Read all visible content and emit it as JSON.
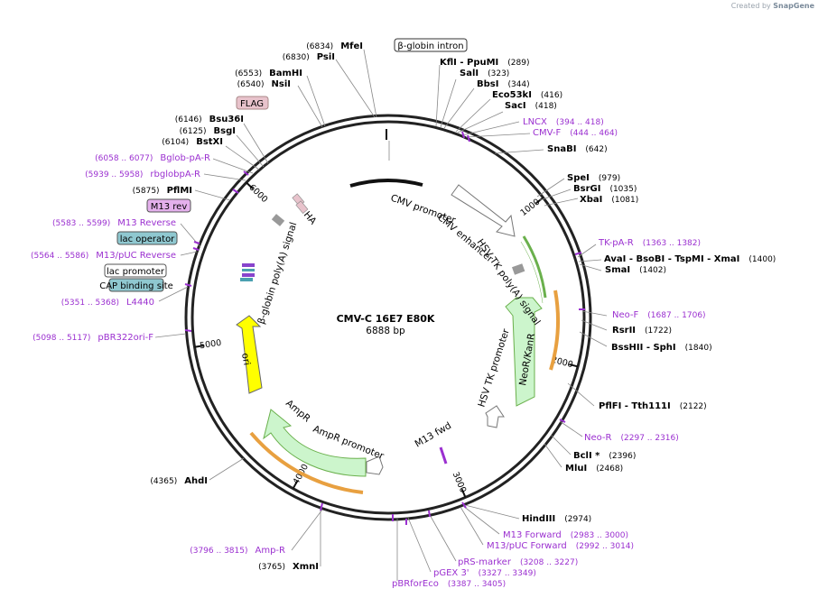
{
  "watermark": {
    "prefix": "Created by",
    "brand": "SnapGene"
  },
  "plasmid": {
    "name": "CMV-C 16E7 E80K",
    "size_label": "6888 bp",
    "length": 6888
  },
  "ticks": [
    {
      "bp": 1000,
      "label": "1000"
    },
    {
      "bp": 2000,
      "label": "2000"
    },
    {
      "bp": 3000,
      "label": "3000"
    },
    {
      "bp": 4000,
      "label": "4000"
    },
    {
      "bp": 5000,
      "label": "5000"
    },
    {
      "bp": 6000,
      "label": "6000"
    }
  ],
  "colors": {
    "primer": "#9b30d0",
    "ampr_fill": "#ccf5cc",
    "ori_fill": "#ffff00",
    "orf_outline": "#e8a040",
    "neo_orf": "#6ab04c",
    "flag_fill": "#e8c3cc",
    "lac_operator_fill": "#8fc8d0",
    "m13rev_fill": "#e4b0ec",
    "cap_fill": "#8fc8d0",
    "terminator_fill": "#999999"
  },
  "labels": {
    "right": [
      {
        "id": "kfli",
        "kind": "enzyme",
        "name": "KflI  - PpuMI",
        "pos": "(289)"
      },
      {
        "id": "sali",
        "kind": "enzyme",
        "name": "SalI",
        "pos": "(323)"
      },
      {
        "id": "bbsi",
        "kind": "enzyme",
        "name": "BbsI",
        "pos": "(344)"
      },
      {
        "id": "eco53ki",
        "kind": "enzyme",
        "name": "Eco53kI",
        "pos": "(416)"
      },
      {
        "id": "saci",
        "kind": "enzyme",
        "name": "SacI",
        "pos": "(418)"
      },
      {
        "id": "lncx",
        "kind": "primer",
        "name": "LNCX",
        "pos": "(394 .. 418)"
      },
      {
        "id": "cmvf",
        "kind": "primer",
        "name": "CMV-F",
        "pos": "(444 .. 464)"
      },
      {
        "id": "snabi",
        "kind": "enzyme",
        "name": "SnaBI",
        "pos": "(642)"
      },
      {
        "id": "spei",
        "kind": "enzyme",
        "name": "SpeI",
        "pos": "(979)"
      },
      {
        "id": "bsrgi",
        "kind": "enzyme",
        "name": "BsrGI",
        "pos": "(1035)"
      },
      {
        "id": "xbai",
        "kind": "enzyme",
        "name": "XbaI",
        "pos": "(1081)"
      },
      {
        "id": "tkpa",
        "kind": "primer",
        "name": "TK-pA-R",
        "pos": "(1363 .. 1382)"
      },
      {
        "id": "avai",
        "kind": "enzyme",
        "name": "AvaI  - BsoBI  - TspMI  - XmaI",
        "pos": "(1400)"
      },
      {
        "id": "smai",
        "kind": "enzyme",
        "name": "SmaI",
        "pos": "(1402)"
      },
      {
        "id": "neof",
        "kind": "primer",
        "name": "Neo-F",
        "pos": "(1687 .. 1706)"
      },
      {
        "id": "rsrii",
        "kind": "enzyme",
        "name": "RsrII",
        "pos": "(1722)"
      },
      {
        "id": "bsshii",
        "kind": "enzyme",
        "name": "BssHII  - SphI",
        "pos": "(1840)"
      },
      {
        "id": "pflfi",
        "kind": "enzyme",
        "name": "PflFI  - Tth111I",
        "pos": "(2122)"
      },
      {
        "id": "neor",
        "kind": "primer",
        "name": "Neo-R",
        "pos": "(2297 .. 2316)"
      },
      {
        "id": "bcli",
        "kind": "enzyme",
        "name": "BclI *",
        "pos": "(2396)"
      },
      {
        "id": "mlui",
        "kind": "enzyme",
        "name": "MluI",
        "pos": "(2468)"
      },
      {
        "id": "hindiii",
        "kind": "enzyme",
        "name": "HindIII",
        "pos": "(2974)"
      },
      {
        "id": "m13fwd",
        "kind": "primer",
        "name": "M13 Forward",
        "pos": "(2983 .. 3000)"
      },
      {
        "id": "m13pucf",
        "kind": "primer",
        "name": "M13/pUC Forward",
        "pos": "(2992 .. 3014)"
      },
      {
        "id": "prs",
        "kind": "primer",
        "name": "pRS-marker",
        "pos": "(3208 .. 3227)"
      },
      {
        "id": "pgex",
        "kind": "primer",
        "name": "pGEX 3'",
        "pos": "(3327 .. 3349)"
      },
      {
        "id": "pbrforeco",
        "kind": "primer",
        "name": "pBRforEco",
        "pos": "(3387 .. 3405)"
      }
    ],
    "left": [
      {
        "id": "mfei",
        "kind": "enzyme",
        "name": "MfeI",
        "pos": "(6834)"
      },
      {
        "id": "psii",
        "kind": "enzyme",
        "name": "PsiI",
        "pos": "(6830)"
      },
      {
        "id": "bamhi",
        "kind": "enzyme",
        "name": "BamHI",
        "pos": "(6553)"
      },
      {
        "id": "nsii",
        "kind": "enzyme",
        "name": "NsiI",
        "pos": "(6540)"
      },
      {
        "id": "bsu36i",
        "kind": "enzyme",
        "name": "Bsu36I",
        "pos": "(6146)"
      },
      {
        "id": "bsgi",
        "kind": "enzyme",
        "name": "BsgI",
        "pos": "(6125)"
      },
      {
        "id": "bstxi",
        "kind": "enzyme",
        "name": "BstXI",
        "pos": "(6104)"
      },
      {
        "id": "bglob",
        "kind": "primer",
        "name": "Bglob-pA-R",
        "pos": "(6058 .. 6077)"
      },
      {
        "id": "rbglob",
        "kind": "primer",
        "name": "rbglobpA-R",
        "pos": "(5939 .. 5958)"
      },
      {
        "id": "pflmi",
        "kind": "enzyme",
        "name": "PflMI",
        "pos": "(5875)"
      },
      {
        "id": "m13rev",
        "kind": "primer",
        "name": "M13 Reverse",
        "pos": "(5583 .. 5599)"
      },
      {
        "id": "m13pucr",
        "kind": "primer",
        "name": "M13/pUC Reverse",
        "pos": "(5564 .. 5586)"
      },
      {
        "id": "l4440",
        "kind": "primer",
        "name": "L4440",
        "pos": "(5351 .. 5368)"
      },
      {
        "id": "pbr322",
        "kind": "primer",
        "name": "pBR322ori-F",
        "pos": "(5098 .. 5117)"
      },
      {
        "id": "ahdi",
        "kind": "enzyme",
        "name": "AhdI",
        "pos": "(4365)"
      },
      {
        "id": "ampr",
        "kind": "primer",
        "name": "Amp-R",
        "pos": "(3796 .. 3815)"
      },
      {
        "id": "xmni",
        "kind": "enzyme",
        "name": "XmnI",
        "pos": "(3765)"
      }
    ],
    "boxed": [
      {
        "id": "bglobin_intron",
        "name": "β-globin intron"
      },
      {
        "id": "flag",
        "name": "FLAG"
      },
      {
        "id": "m13rev_box",
        "name": "M13 rev"
      },
      {
        "id": "lac_operator",
        "name": "lac operator"
      },
      {
        "id": "lac_promoter",
        "name": "lac promoter"
      },
      {
        "id": "cap_site",
        "name": "CAP binding site"
      }
    ]
  },
  "features": [
    {
      "id": "cmv_promoter",
      "name": "CMV promoter"
    },
    {
      "id": "cmv_enhancer",
      "name": "CMV enhancer"
    },
    {
      "id": "hsv_polya",
      "name": "HSV TK poly(A) signal"
    },
    {
      "id": "neo",
      "name": "NeoR/KanR"
    },
    {
      "id": "hsv_promoter",
      "name": "HSV TK promoter"
    },
    {
      "id": "m13fwd_site",
      "name": "M13 fwd"
    },
    {
      "id": "ampr_prom",
      "name": "AmpR promoter"
    },
    {
      "id": "ampr_gene",
      "name": "AmpR"
    },
    {
      "id": "ori",
      "name": "ori"
    },
    {
      "id": "bglobin_pa",
      "name": "β-globin poly(A) signal"
    },
    {
      "id": "ha",
      "name": "HA"
    }
  ]
}
